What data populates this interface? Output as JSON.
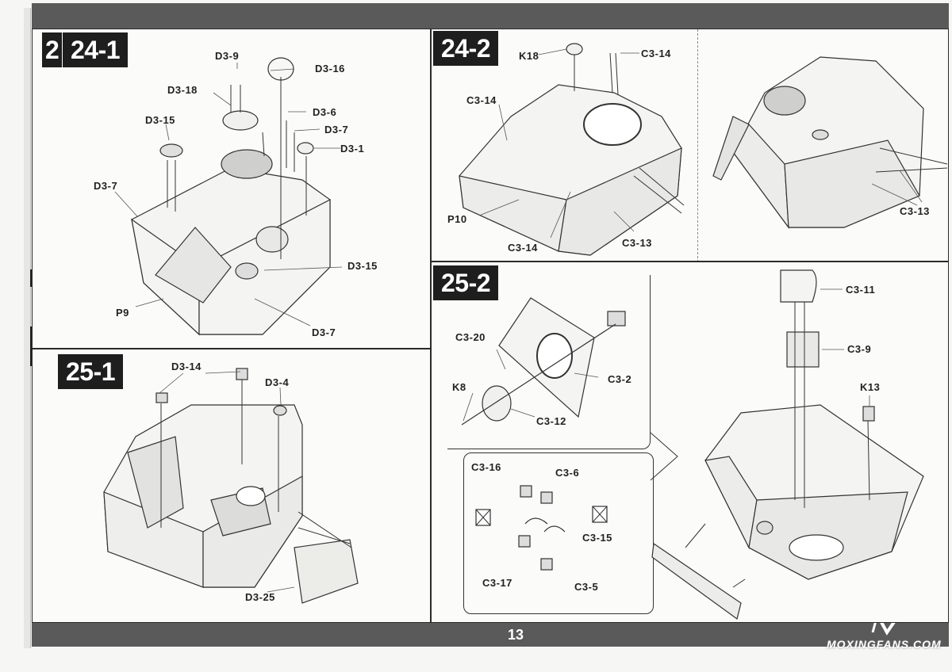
{
  "page_number": "13",
  "watermark": "MOXINGFANS.COM",
  "steps": {
    "s24_1": {
      "prev_fragment": "2",
      "title": "24-1",
      "labels": [
        "D3-9",
        "D3-16",
        "D3-18",
        "D3-6",
        "D3-15",
        "D3-7",
        "D3-1",
        "D3-7",
        "D3-15",
        "P9",
        "D3-7"
      ]
    },
    "s24_2": {
      "title": "24-2",
      "labels": [
        "K18",
        "C3-14",
        "C3-14",
        "P10",
        "C3-14",
        "C3-13",
        "C3-13"
      ]
    },
    "s25_1": {
      "title": "25-1",
      "labels": [
        "D3-14",
        "D3-4",
        "D3-25"
      ]
    },
    "s25_2": {
      "title": "25-2",
      "labels": [
        "C3-20",
        "K8",
        "C3-2",
        "C3-12",
        "C3-16",
        "C3-6",
        "C3-15",
        "C3-17",
        "C3-5",
        "C3-11",
        "C3-9",
        "K13"
      ]
    }
  }
}
